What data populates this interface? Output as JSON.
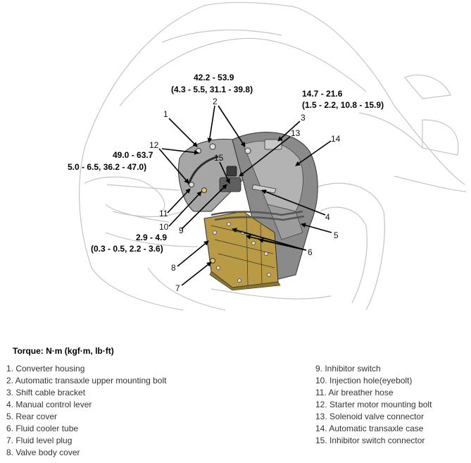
{
  "torque_labels": {
    "upper_bolt": {
      "line1": "42.2 - 53.9",
      "line2": "(4.3 - 5.5, 31.1 - 39.8)"
    },
    "shift_cable": {
      "line1": "14.7 - 21.6",
      "line2": "(1.5 - 2.2, 10.8 - 15.9)"
    },
    "starter_bolt": {
      "line1": "49.0 - 63.7",
      "line2": "5.0 - 6.5, 36.2 - 47.0)"
    },
    "valve_cover": {
      "line1": "2.9 - 4.9",
      "line2": "(0.3 - 0.5, 2.2 - 3.6)"
    }
  },
  "callouts": [
    "1",
    "2",
    "3",
    "4",
    "5",
    "6",
    "7",
    "8",
    "9",
    "10",
    "11",
    "12",
    "13",
    "14",
    "15"
  ],
  "legend": {
    "title": "Torque:  N·m (kgf·m, lb·ft)",
    "left": [
      "1. Converter housing",
      "2. Automatic transaxle upper mounting bolt",
      "3. Shift cable bracket",
      "4. Manual control lever",
      "5. Rear cover",
      "6. Fluid cooler tube",
      "7. Fluid level plug",
      "8. Valve body cover"
    ],
    "right": [
      "9. Inhibitor switch",
      "10. Injection hole(eyebolt)",
      "11. Air breather hose",
      "12. Starter motor mounting bolt",
      "13. Solenoid valve connector",
      "14. Automatic transaxle case",
      "15. Inhibitor switch connector"
    ]
  },
  "colors": {
    "car_outline": "#c4c4c4",
    "valve_cover": "#b99a45",
    "transaxle": "#8a8a8a"
  }
}
